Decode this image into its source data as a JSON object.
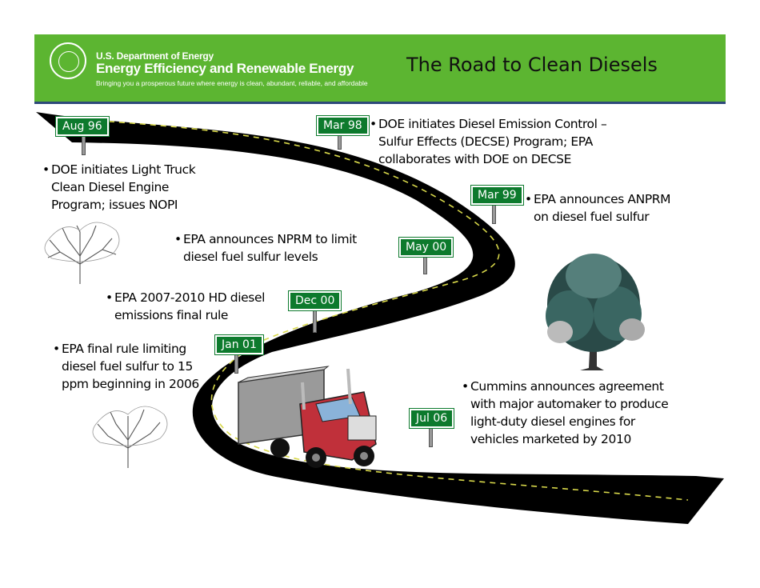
{
  "header": {
    "org_line1": "U.S. Department of Energy",
    "org_line2": "Energy Efficiency and Renewable Energy",
    "org_tagline": "Bringing you a prosperous future where energy is clean, abundant, reliable, and affordable",
    "title": "The Road to Clean Diesels"
  },
  "milestones": [
    {
      "date": "Aug 96",
      "text_lines": [
        "DOE initiates Light Truck",
        "Clean Diesel Engine",
        "Program; issues NOPI"
      ]
    },
    {
      "date": "Mar 98",
      "text_lines": [
        "DOE initiates Diesel Emission Control –",
        "Sulfur Effects (DECSE) Program; EPA",
        "collaborates with DOE on DECSE"
      ]
    },
    {
      "date": "Mar 99",
      "text_lines": [
        "EPA announces ANPRM",
        "on diesel fuel sulfur"
      ]
    },
    {
      "date": "May 00",
      "text_lines": [
        "EPA announces NPRM to limit",
        "diesel fuel sulfur levels"
      ]
    },
    {
      "date": "Dec 00",
      "text_lines": [
        "EPA 2007-2010 HD diesel",
        "emissions final rule"
      ]
    },
    {
      "date": "Jan 01",
      "text_lines": [
        "EPA final rule limiting",
        "diesel fuel sulfur to 15",
        "ppm beginning in 2006"
      ]
    },
    {
      "date": "Jul 06",
      "text_lines": [
        "Cummins announces agreement",
        "with major automaker to produce",
        "light-duty diesel engines for",
        "vehicles marketed by 2010"
      ]
    }
  ],
  "colors": {
    "header_green": "#5cb531",
    "sign_green": "#0d7a2d",
    "road": "#000000",
    "center_line": "#d8d84a"
  }
}
